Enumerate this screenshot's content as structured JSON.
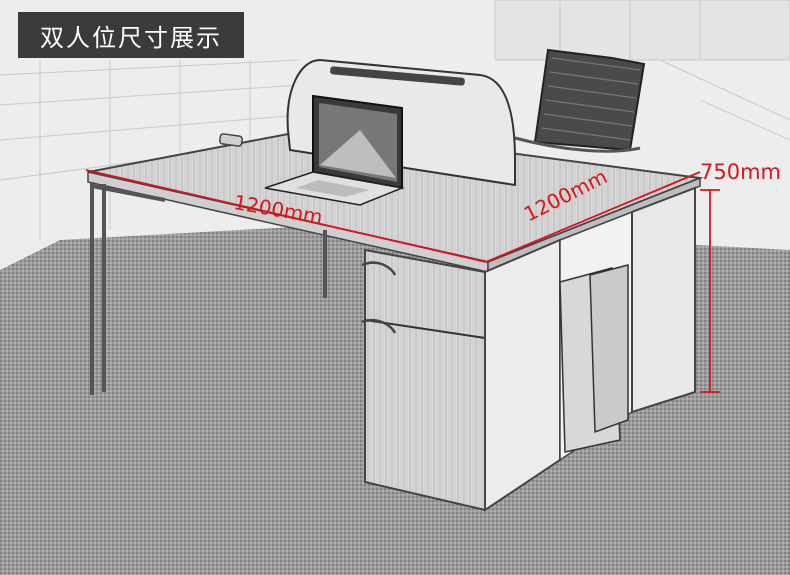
{
  "title": "双人位尺寸展示",
  "dimensions": {
    "width": "1200mm",
    "depth": "1200mm",
    "height": "750mm"
  },
  "colors": {
    "dimension": "#d9151b",
    "title_bg": "#3b3b3b",
    "title_text": "#ffffff"
  }
}
